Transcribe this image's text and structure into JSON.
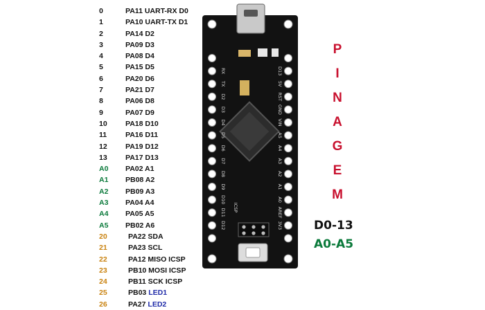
{
  "colors": {
    "digital": "#111111",
    "analog": "#0b7a3b",
    "special": "#c9820f",
    "led": "#1f2ba8",
    "title": "#c8102e",
    "board": "#121212"
  },
  "pins": [
    {
      "num": "0",
      "desc": "PA11 UART-RX D0",
      "group": "digital"
    },
    {
      "num": "1",
      "desc": "PA10 UART-TX D1",
      "group": "digital"
    },
    {
      "num": "2",
      "desc": "PA14  D2",
      "group": "digital"
    },
    {
      "num": "3",
      "desc": "PA09  D3",
      "group": "digital"
    },
    {
      "num": "4",
      "desc": "PA08  D4",
      "group": "digital"
    },
    {
      "num": "5",
      "desc": "PA15  D5",
      "group": "digital"
    },
    {
      "num": "6",
      "desc": "PA20  D6",
      "group": "digital"
    },
    {
      "num": "7",
      "desc": "PA21  D7",
      "group": "digital"
    },
    {
      "num": "8",
      "desc": "PA06  D8",
      "group": "digital"
    },
    {
      "num": "9",
      "desc": "PA07  D9",
      "group": "digital"
    },
    {
      "num": "10",
      "desc": "PA18  D10",
      "group": "digital"
    },
    {
      "num": "11",
      "desc": "PA16  D11",
      "group": "digital"
    },
    {
      "num": "12",
      "desc": "PA19  D12",
      "group": "digital"
    },
    {
      "num": "13",
      "desc": "PA17  D13",
      "group": "digital"
    },
    {
      "num": "A0",
      "desc": "PA02  A1",
      "group": "analog"
    },
    {
      "num": "A1",
      "desc": "PB08  A2",
      "group": "analog"
    },
    {
      "num": "A2",
      "desc": "PB09  A3",
      "group": "analog"
    },
    {
      "num": "A3",
      "desc": "PA04  A4",
      "group": "analog"
    },
    {
      "num": "A4",
      "desc": "PA05  A5",
      "group": "analog"
    },
    {
      "num": "A5",
      "desc": "PB02  A6",
      "group": "analog"
    },
    {
      "num": "20",
      "desc": "PA22  SDA",
      "group": "special"
    },
    {
      "num": "21",
      "desc": "PA23  SCL",
      "group": "special"
    },
    {
      "num": "22",
      "desc": "PA12  MISO ICSP",
      "group": "special"
    },
    {
      "num": "23",
      "desc": "PB10  MOSI ICSP",
      "group": "special"
    },
    {
      "num": "24",
      "desc": "PB11  SCK  ICSP",
      "group": "special"
    },
    {
      "num": "25",
      "desc": "PB03 ",
      "led": "LED1",
      "group": "special"
    },
    {
      "num": "26",
      "desc": "PA27 ",
      "led": "LED2",
      "group": "special"
    }
  ],
  "title_letters": [
    "P",
    "I",
    "N",
    "A",
    "G",
    "E",
    "M"
  ],
  "legend": {
    "digital": "D0-13",
    "analog": "A0-A5"
  },
  "board": {
    "left_labels": [
      "RX",
      "TX",
      "D2",
      "D3",
      "D4",
      "D5",
      "D6",
      "D7",
      "D8",
      "D9",
      "D10",
      "D11",
      "D12"
    ],
    "right_labels": [
      "D13",
      "5V",
      "RST",
      "GND",
      "VIN",
      "A5",
      "A4",
      "A3",
      "A2",
      "A1",
      "A0",
      "AREF",
      "3V3"
    ],
    "icsp_label": "ICSP"
  }
}
